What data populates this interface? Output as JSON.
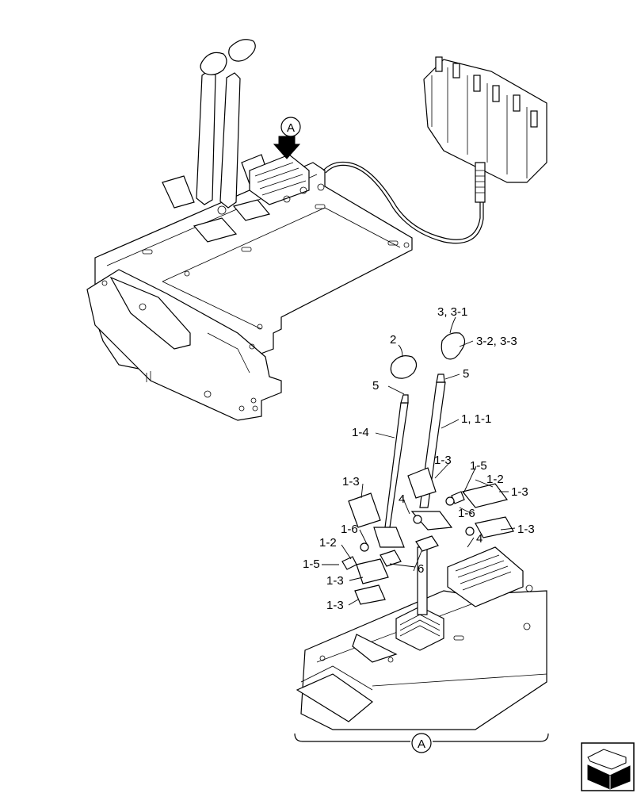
{
  "callouts": {
    "view_a_top": "A",
    "view_a_bottom": "A",
    "p_3_3_1": "3, 3-1",
    "p_3_2_3_3": "3-2, 3-3",
    "p_2": "2",
    "p_5_left": "5",
    "p_5_right": "5",
    "p_1_1_1": "1, 1-1",
    "p_1_4": "1-4",
    "p_1_3_a": "1-3",
    "p_1_3_b": "1-3",
    "p_1_5_r": "1-5",
    "p_1_2_r": "1-2",
    "p_1_3_c": "1-3",
    "p_1_6_r": "1-6",
    "p_1_3_d": "1-3",
    "p_4_left": "4",
    "p_4_right": "4",
    "p_1_6_l": "1-6",
    "p_1_2_l": "1-2",
    "p_1_5_l": "1-5",
    "p_6": "6",
    "p_1_3_e": "1-3",
    "p_1_3_f": "1-3"
  },
  "nav_icon": "page-turn-icon"
}
